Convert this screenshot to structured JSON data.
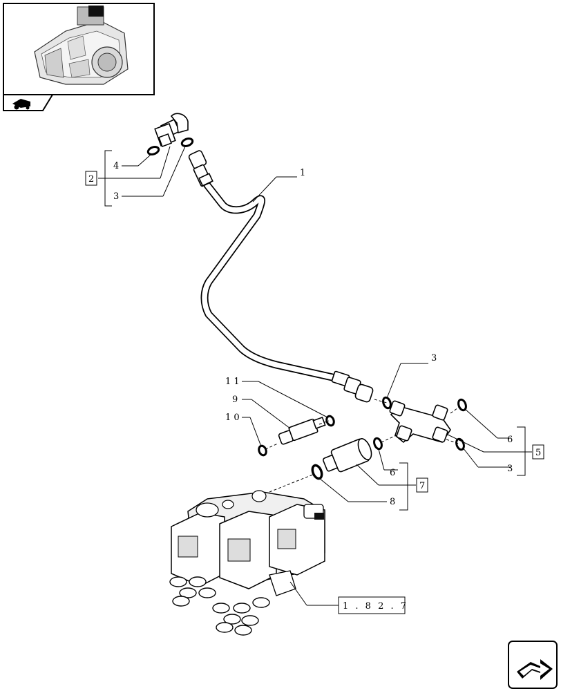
{
  "callouts": {
    "c1": "1",
    "c2": "2",
    "c3a": "3",
    "c3b": "3",
    "c3c": "3",
    "c4": "4",
    "c5": "5",
    "c6a": "6",
    "c6b": "6",
    "c7": "7",
    "c8": "8",
    "c9": "9",
    "c10": "1 0",
    "c11": "1 1"
  },
  "reference": "1 . 8 2 . 7",
  "icons": {
    "thumbnail": "transmission-housing-thumbnail",
    "section_tab": "tractor-section-icon",
    "next_page": "next-page-arrow-icon"
  }
}
